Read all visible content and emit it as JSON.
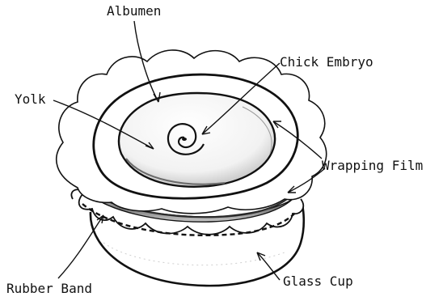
{
  "labels": {
    "albumen": "Albumen",
    "chick_embryo": "Chick Embryo",
    "yolk": "Yolk",
    "wrapping_film": "Wrapping Film",
    "rubber_band": "Rubber Band",
    "glass_cup": "Glass Cup"
  },
  "colors": {
    "ink": "#111111",
    "background": "#ffffff",
    "shade": "#8a8a8a"
  }
}
